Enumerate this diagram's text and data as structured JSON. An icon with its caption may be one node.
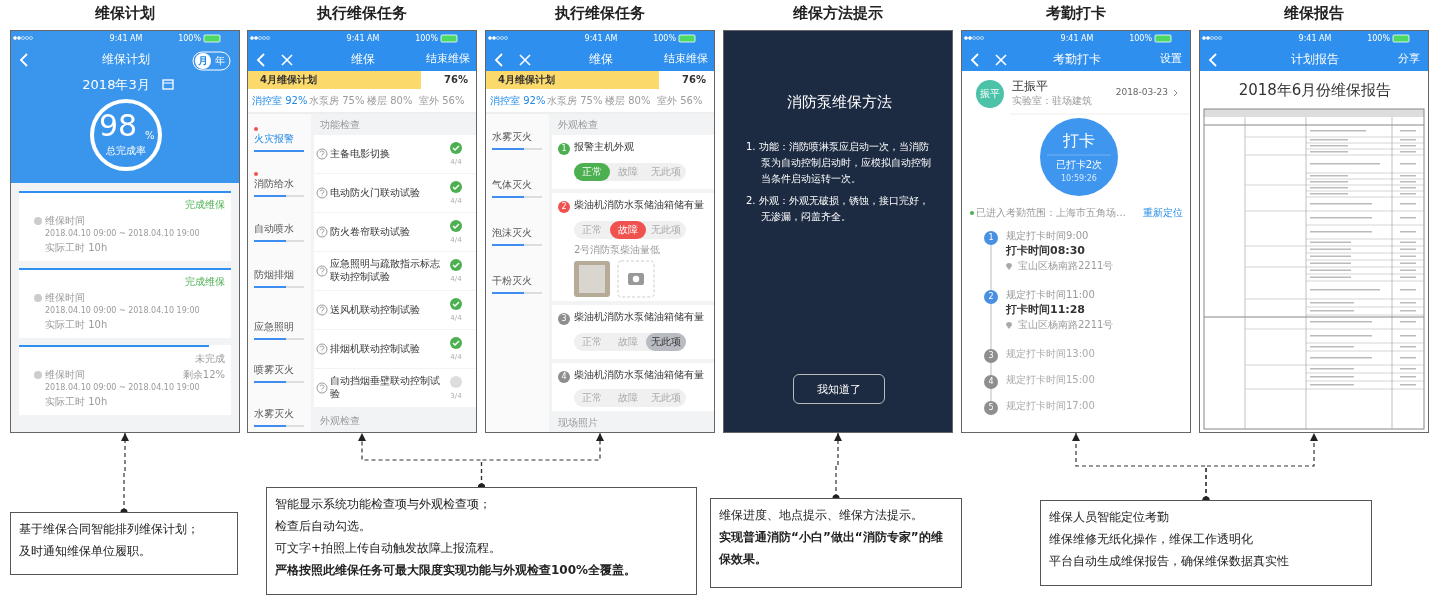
{
  "diagram": {
    "nodes": [
      {
        "text": [
          "维保计划",
          "9:41 AM",
          "100%",
          "维保计划",
          "月",
          "年",
          "2018年3月",
          "98",
          "%",
          "总完成率",
          "完成维保",
          "维保时间",
          "2018.04.10 09:00 ~ 2018.04.10 19:00",
          "实际工时 10h",
          "完成维保",
          "维保时间",
          "2018.04.10 09:00 ~ 2018.04.10 19:00",
          "实际工时 10h",
          "未完成",
          "维保时间",
          "剩余12%",
          "2018.04.10 09:00 ~ 2018.04.10 19:00",
          "实际工时 10h"
        ]
      },
      {
        "text": [
          "执行维保任务",
          "9:41 AM",
          "100%",
          "维保",
          "结束维保",
          "4月维保计划",
          "76%",
          "消控室 92%",
          "水泵房 75%",
          "楼层 80%",
          "室外 56%",
          "火灾报警",
          "消防给水",
          "自动喷水",
          "防烟排烟",
          "应急照明",
          "喷雾灭火",
          "水雾灭火",
          "功能检查",
          "主备电影切换",
          "4/4",
          "电动防火门联动试验",
          "4/4",
          "防火卷帘联动试验",
          "4/4",
          "应急照明与疏散指示标志联动控制试验",
          "4/4",
          "送风机联动控制试验",
          "4/4",
          "排烟机联动控制试验",
          "4/4",
          "自动挡烟垂壁联动控制试验",
          "3/4",
          "外观检查"
        ]
      },
      {
        "text": [
          "执行维保任务",
          "9:41 AM",
          "100%",
          "维保",
          "结束维保",
          "4月维保计划",
          "76%",
          "消控室 92%",
          "水泵房 75%",
          "楼层 80%",
          "室外 56%",
          "水雾灭火",
          "气体灭火",
          "泡沫灭火",
          "干粉灭火",
          "外观检查",
          "1",
          "报警主机外观",
          "正常",
          "故障",
          "无此项",
          "2",
          "柴油机消防水泵储油箱储有量",
          "正常",
          "故障",
          "无此项",
          "2号消防泵柴油量低",
          "3",
          "柴油机消防水泵储油箱储有量",
          "正常",
          "故障",
          "无此项",
          "4",
          "柴油机消防水泵储油箱储有量",
          "正常",
          "故障",
          "无此项",
          "现场照片"
        ]
      },
      {
        "text": [
          "维保方法提示",
          "消防泵维保方法",
          "1. 功能：消防喷淋泵应启动一次，当消防泵为自动控制启动时，应模拟自动控制当条件启动运转一次。",
          "2. 外观：外观无破损，锈蚀，接口完好，无渗漏，闷盖齐全。",
          "我知道了"
        ]
      },
      {
        "text": [
          "考勤打卡",
          "9:41 AM",
          "100%",
          "考勤打卡",
          "设置",
          "振平",
          "王振平",
          "实验室：驻场建筑",
          "2018-03-23",
          "打卡",
          "已打卡2次",
          "10:59:26",
          "已进入考勤范围：上海市五角场…",
          "重新定位",
          "1",
          "规定打卡时间9:00",
          "打卡时间08:30",
          "宝山区杨南路2211号",
          "2",
          "规定打卡时间11:00",
          "打卡时间11:28",
          "宝山区杨南路2211号",
          "3",
          "规定打卡时间13:00",
          "4",
          "规定打卡时间15:00",
          "5",
          "规定打卡时间17:00"
        ]
      },
      {
        "text": [
          "维保报告",
          "9:41 AM",
          "100%",
          "计划报告",
          "分享",
          "2018年6月份维保报告"
        ]
      },
      {
        "text": [
          "基于维保合同智能排列维保计划；",
          "及时通知维保单位履职。"
        ]
      },
      {
        "text": [
          "智能显示系统功能检查项与外观检查项；",
          "检查后自动勾选。",
          "可文字+拍照上传自动触发故障上报流程。",
          "严格按照此维保任务可最大限度实现功能与外观检查100%全覆盖。"
        ]
      },
      {
        "text": [
          "维保进度、地点提示、维保方法提示。",
          "实现普通消防“小白”做出“消防专家”的维保效果。"
        ]
      },
      {
        "text": [
          "维保人员智能定位考勤",
          "维保维修无纸化操作，维保工作透明化",
          "平台自动生成维保报告，确保维保数据真实性"
        ]
      }
    ],
    "edges": [
      {
        "from": 6,
        "to": 0,
        "arrow": "to",
        "style": "dashed"
      },
      {
        "from": 7,
        "to": 1,
        "arrow": "to",
        "style": "dashed"
      },
      {
        "from": 7,
        "to": 2,
        "arrow": "to",
        "style": "dashed"
      },
      {
        "from": 8,
        "to": 3,
        "arrow": "to",
        "style": "dashed"
      },
      {
        "from": 9,
        "to": 4,
        "arrow": "to",
        "style": "dashed"
      },
      {
        "from": 9,
        "to": 5,
        "arrow": "to",
        "style": "dashed"
      }
    ]
  }
}
